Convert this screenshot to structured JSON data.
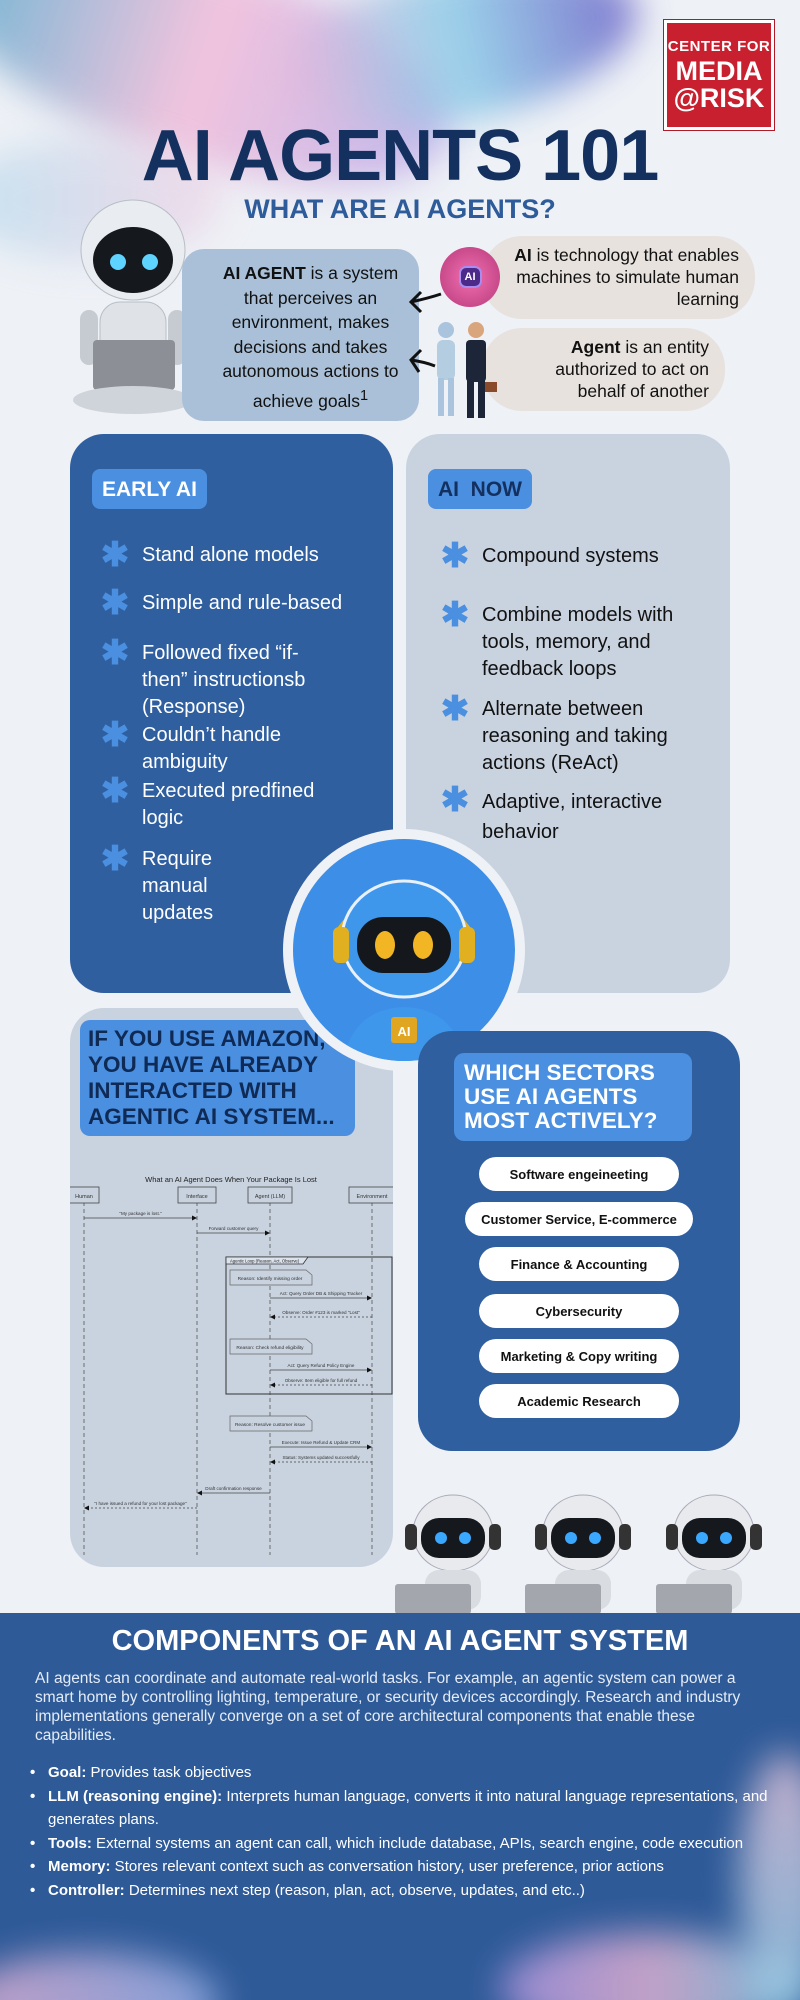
{
  "logo": {
    "line1": "CENTER FOR",
    "line2": "MEDIA",
    "line3": "@RISK"
  },
  "header": {
    "title": "AI AGENTS 101",
    "subtitle": "WHAT ARE AI AGENTS?"
  },
  "definitions": {
    "ai_agent": {
      "term": "AI AGENT",
      "text": " is a system that perceives an environment, makes decisions and takes autonomous actions to achieve goals",
      "footnote": "1"
    },
    "ai": {
      "term": "AI",
      "text": " is technology that enables machines to simulate human learning",
      "chip_label": "AI"
    },
    "agent": {
      "term": "Agent",
      "text": " is an entity authorized to act on behalf of another"
    }
  },
  "early_ai": {
    "label": "EARLY AI",
    "items": [
      "Stand alone models",
      "Simple and rule-based",
      "Followed fixed “if-then” instructionsb (Response)",
      "Couldn’t handle ambiguity",
      "Executed predfined logic",
      "Require manual updates"
    ]
  },
  "ai_now": {
    "label": "AI  NOW",
    "items": [
      "Compound systems",
      "Combine models with tools, memory, and feedback loops",
      "Alternate between reasoning and taking actions (ReAct)",
      "Adaptive, interactive behavior"
    ]
  },
  "robot_chip_label": "AI",
  "amazon": {
    "heading": "IF YOU USE AMAZON, YOU HAVE ALREADY INTERACTED WITH AGENTIC AI SYSTEM...",
    "diagram": {
      "title": "What an AI Agent Does When Your Package Is Lost",
      "participants": [
        "Human",
        "Interface",
        "Agent (LLM)",
        "Environment"
      ],
      "loop_label": "Agentic Loop (Reason, Act, Observe)",
      "notes": [
        "Reason: Identify missing order",
        "Reason: Check refund eligibility",
        "Reason: Resolve customer issue"
      ],
      "messages": [
        {
          "from": 0,
          "to": 1,
          "text": "\"My package is lost.\"",
          "dashed": false
        },
        {
          "from": 1,
          "to": 2,
          "text": "Forward customer query",
          "dashed": false
        },
        {
          "from": 2,
          "to": 3,
          "text": "Act: Query Order DB & Shipping Tracker",
          "dashed": false
        },
        {
          "from": 3,
          "to": 2,
          "text": "Observe: Order #123 is marked \"Lost\"",
          "dashed": true
        },
        {
          "from": 2,
          "to": 3,
          "text": "Act: Query Refund Policy Engine",
          "dashed": false
        },
        {
          "from": 3,
          "to": 2,
          "text": "Observe: Item eligible for full refund",
          "dashed": true
        },
        {
          "from": 2,
          "to": 3,
          "text": "Execute: Issue Refund & Update CRM",
          "dashed": false
        },
        {
          "from": 3,
          "to": 2,
          "text": "Status: Systems updated successfully",
          "dashed": true
        },
        {
          "from": 2,
          "to": 1,
          "text": "Draft confirmation response",
          "dashed": false
        },
        {
          "from": 1,
          "to": 0,
          "text": "\"I have issued a refund for your lost package\"",
          "dashed": true
        }
      ]
    }
  },
  "sectors": {
    "heading": "WHICH SECTORS USE AI AGENTS MOST ACTIVELY?",
    "items": [
      "Software engeineeting",
      "Customer Service, E-commerce",
      "Finance & Accounting",
      "Cybersecurity",
      "Marketing & Copy writing",
      "Academic Research"
    ]
  },
  "components": {
    "title": "COMPONENTS OF AN AI AGENT SYSTEM",
    "intro": "AI agents can coordinate and automate real-world tasks. For example, an agentic system can power a smart home by controlling lighting, temperature, or security devices accordingly. Research and industry implementations generally converge on a set of core architectural components that enable these capabilities.",
    "items": [
      {
        "term": "Goal:",
        "text": " Provides task objectives"
      },
      {
        "term": "LLM (reasoning engine):",
        "text": " Interprets human language, converts it into natural language representations, and generates plans."
      },
      {
        "term": "Tools:",
        "text": " External systems an agent can call, which include database, APIs, search engine, code execution"
      },
      {
        "term": "Memory:",
        "text": " Stores relevant context such as conversation history, user preference, prior actions"
      },
      {
        "term": "Controller:",
        "text": " Determines next step (reason, plan, act, observe, updates, and etc..)"
      }
    ]
  },
  "colors": {
    "navy": "#14305f",
    "panel_blue": "#2f5f9f",
    "accent_blue": "#4a8fe0",
    "panel_gray": "#c9d3e0",
    "logo_red": "#c8202f"
  }
}
